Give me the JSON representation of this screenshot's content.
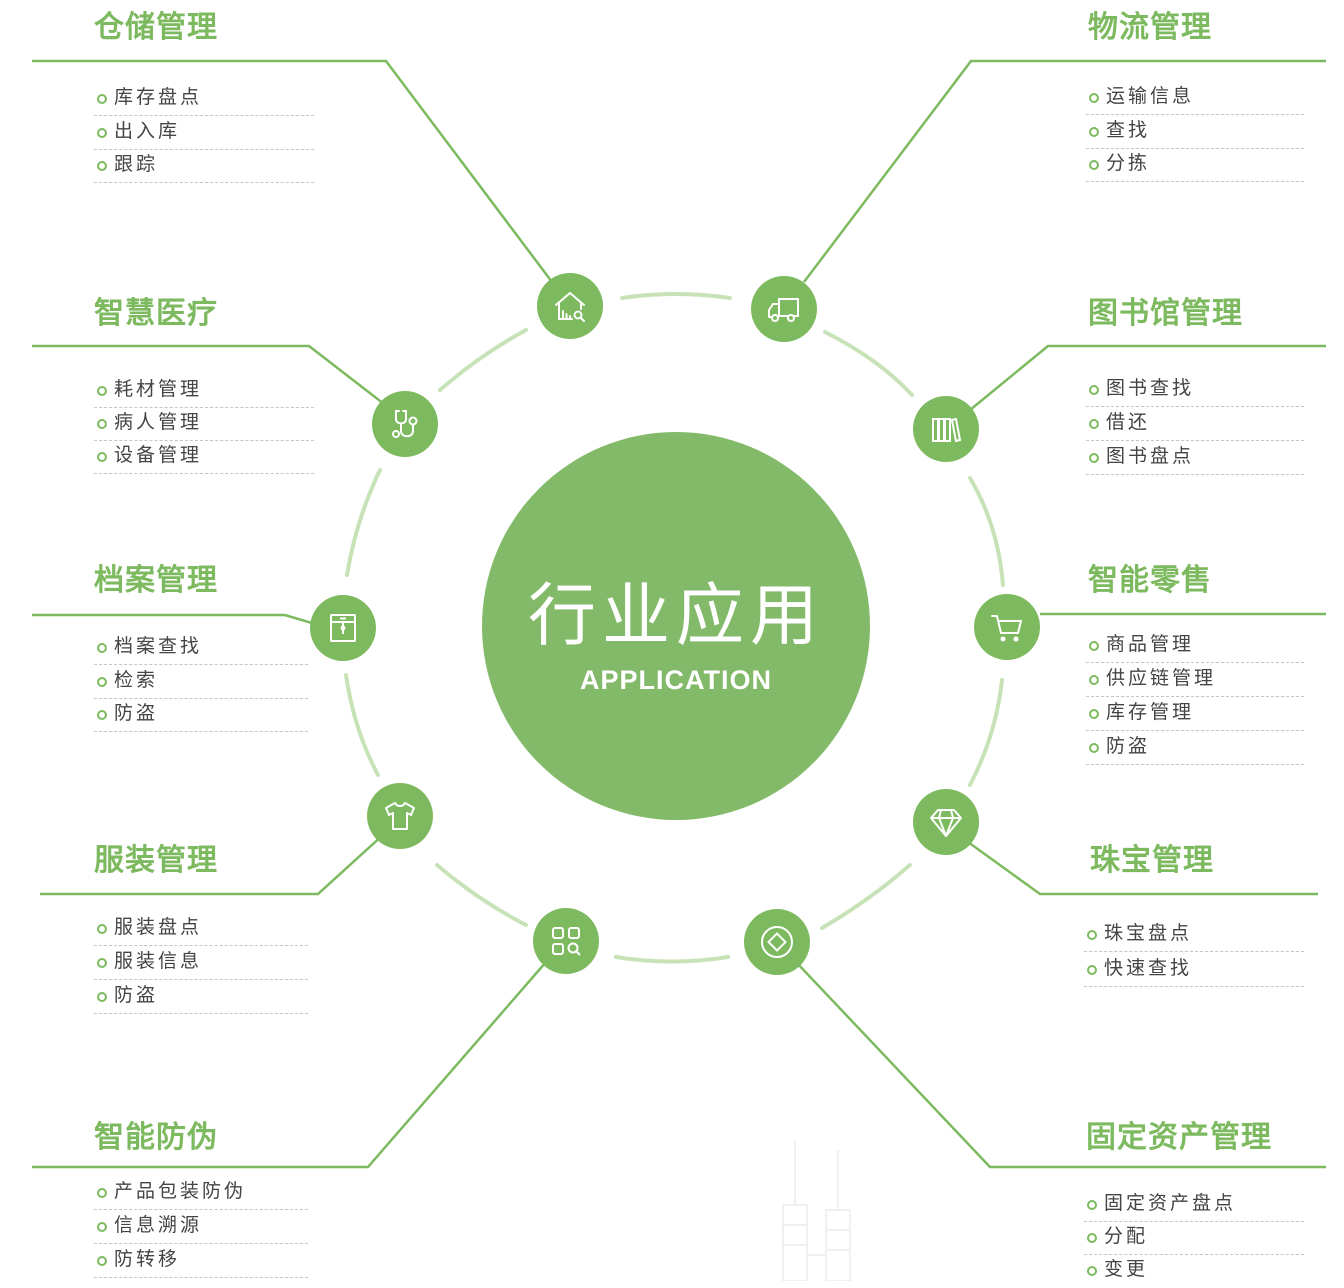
{
  "colors": {
    "accent": "#7dba5f",
    "center": "#83ba6a",
    "ring": "#c8e2b8",
    "text": "#444444"
  },
  "center": {
    "title": "行业应用",
    "subtitle": "APPLICATION"
  },
  "sections": [
    {
      "key": "warehouse",
      "icon": "warehouse-search-icon",
      "title": "仓储管理",
      "items": [
        "库存盘点",
        "出入库",
        "跟踪"
      ]
    },
    {
      "key": "medical",
      "icon": "stethoscope-icon",
      "title": "智慧医疗",
      "items": [
        "耗材管理",
        "病人管理",
        "设备管理"
      ]
    },
    {
      "key": "archive",
      "icon": "archive-box-icon",
      "title": "档案管理",
      "items": [
        "档案查找",
        "检索",
        "防盗"
      ]
    },
    {
      "key": "clothing",
      "icon": "tshirt-icon",
      "title": "服装管理",
      "items": [
        "服装盘点",
        "服装信息",
        "防盗"
      ]
    },
    {
      "key": "anticounterfeit",
      "icon": "qr-scan-icon",
      "title": "智能防伪",
      "items": [
        "产品包装防伪",
        "信息溯源",
        "防转移"
      ]
    },
    {
      "key": "logistics",
      "icon": "truck-icon",
      "title": "物流管理",
      "items": [
        "运输信息",
        "查找",
        "分拣"
      ]
    },
    {
      "key": "library",
      "icon": "books-icon",
      "title": "图书馆管理",
      "items": [
        "图书查找",
        "借还",
        "图书盘点"
      ]
    },
    {
      "key": "retail",
      "icon": "shopping-cart-icon",
      "title": "智能零售",
      "items": [
        "商品管理",
        "供应链管理",
        "库存管理",
        "防盗"
      ]
    },
    {
      "key": "jewelry",
      "icon": "diamond-icon",
      "title": "珠宝管理",
      "items": [
        "珠宝盘点",
        "快速查找"
      ]
    },
    {
      "key": "assets",
      "icon": "asset-tag-icon",
      "title": "固定资产管理",
      "items": [
        "固定资产盘点",
        "分配",
        "变更"
      ]
    }
  ]
}
